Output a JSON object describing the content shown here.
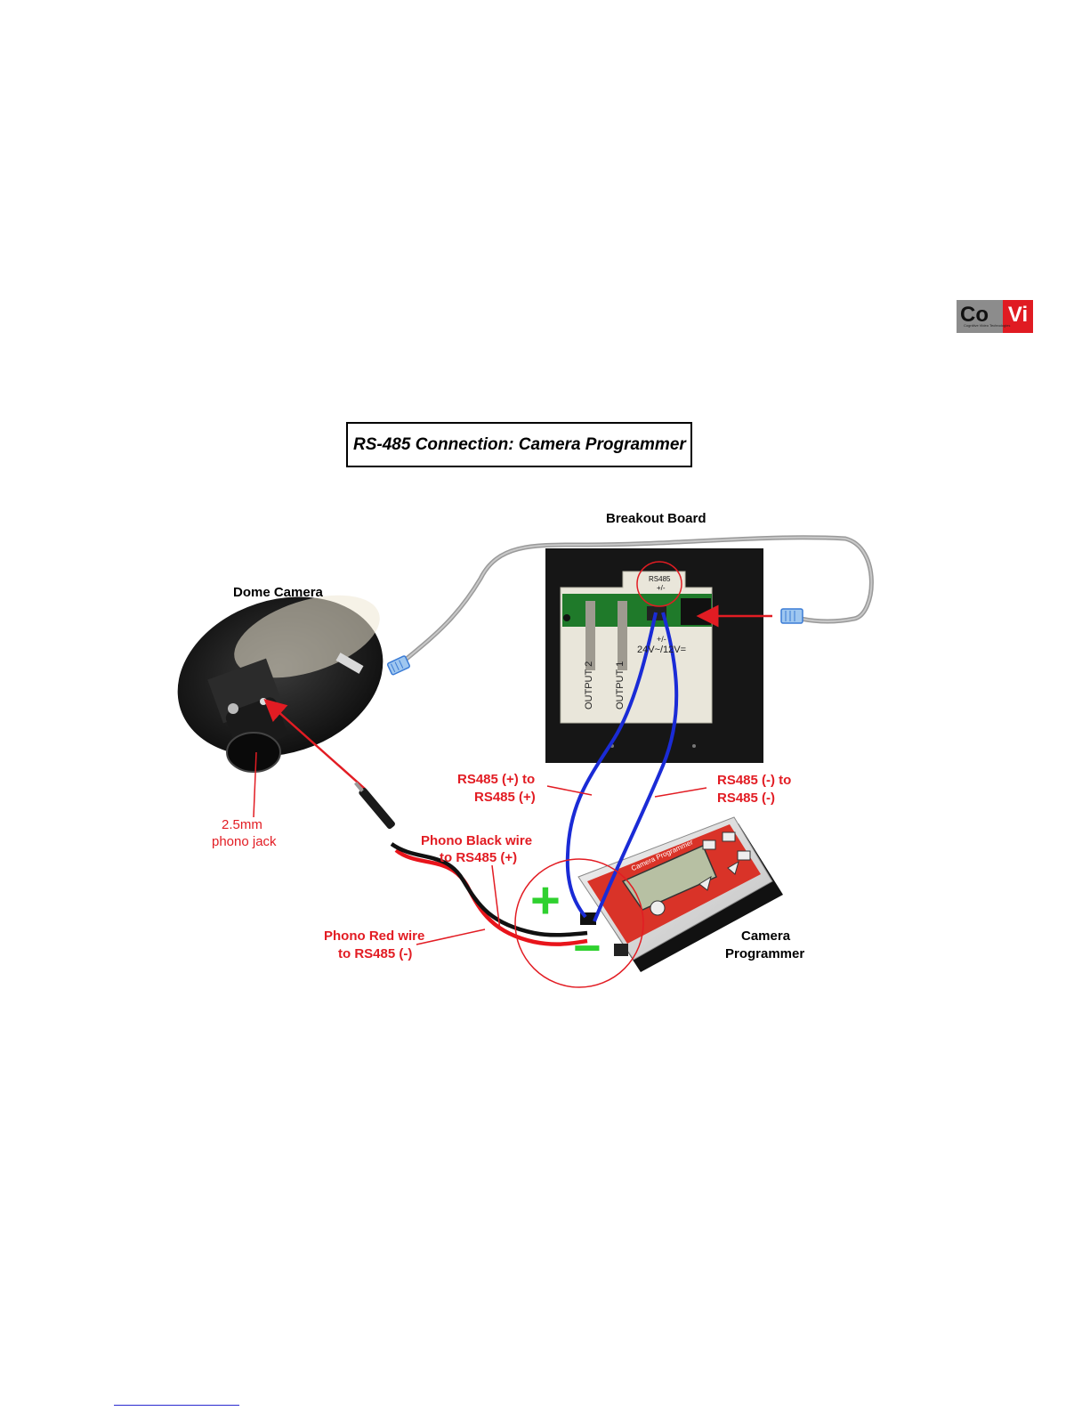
{
  "logo": {
    "left_text": "Co",
    "right_text": "Vi",
    "tagline": "Cognitive Video Technologies"
  },
  "title": "RS-485 Connection: Camera Programmer",
  "components": {
    "breakout_board": "Breakout Board",
    "dome_camera": "Dome Camera",
    "camera_programmer_line1": "Camera",
    "camera_programmer_line2": "Programmer"
  },
  "board_labels": {
    "rs485_line1": "RS485",
    "rs485_line2": "+/-",
    "power_line1": "+/-",
    "power_line2": "24V~/12V=",
    "output2": "OUTPUT 2",
    "output1": "OUTPUT 1"
  },
  "programmer_screen": "Camera Programmer",
  "annotations": {
    "rs485_plus_line1": "RS485 (+) to",
    "rs485_plus_line2": "RS485 (+)",
    "rs485_minus_line1": "RS485 (-) to",
    "rs485_minus_line2": "RS485 (-)",
    "phono_black_line1": "Phono Black wire",
    "phono_black_line2": "to RS485 (+)",
    "phono_red_line1": "Phono Red wire",
    "phono_red_line2": "to RS485 (-)",
    "jack_line1": "2.5mm",
    "jack_line2": "phono jack"
  },
  "polarity": {
    "plus": "+",
    "minus": "−"
  },
  "colors": {
    "annotation_red": "#e21c23",
    "wire_blue": "#1a2bd6",
    "polarity_green": "#2fd12f",
    "board_black": "#161616"
  }
}
